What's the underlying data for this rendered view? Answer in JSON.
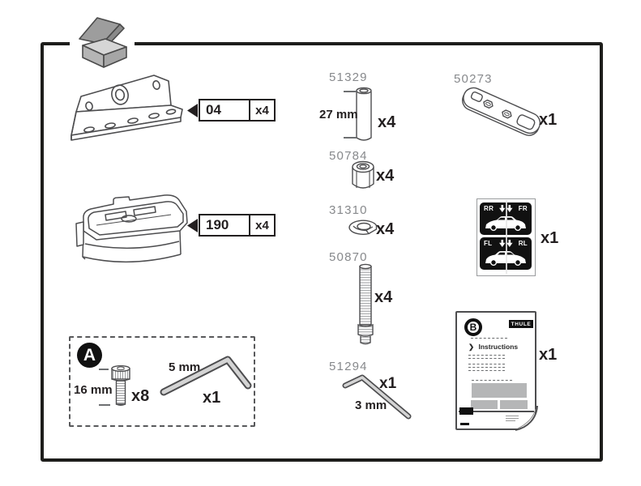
{
  "page": {
    "bracket": {
      "part_label": "04",
      "qty": "x4"
    },
    "foot": {
      "part_label": "190",
      "qty": "x4"
    },
    "spacer": {
      "part_no": "51329",
      "dimension": "27 mm",
      "qty": "x4"
    },
    "nut": {
      "part_no": "50784",
      "qty": "x4"
    },
    "washer": {
      "part_no": "31310",
      "qty": "x4"
    },
    "stud": {
      "part_no": "50870",
      "qty": "x4"
    },
    "allen_key_3mm": {
      "part_no": "51294",
      "dimension": "3 mm",
      "qty": "x1"
    },
    "plate": {
      "part_no": "50273",
      "qty": "x1"
    },
    "sticker": {
      "qty": "x1",
      "panel_top": {
        "left": "RR",
        "right": "FR"
      },
      "panel_bottom": {
        "left": "FL",
        "right": "RL"
      }
    },
    "manual": {
      "badge": "B",
      "brand": "THULE",
      "chevron": "❯",
      "title": "Instructions",
      "qty": "x1"
    },
    "bag_a": {
      "badge": "A",
      "bolt_dimension": "16 mm",
      "bolt_qty": "x8",
      "key_dimension": "5 mm",
      "key_qty": "x1"
    },
    "colors": {
      "ink": "#231f20",
      "part_number_gray": "#87898c",
      "line_art": "#4d4d4f"
    }
  }
}
